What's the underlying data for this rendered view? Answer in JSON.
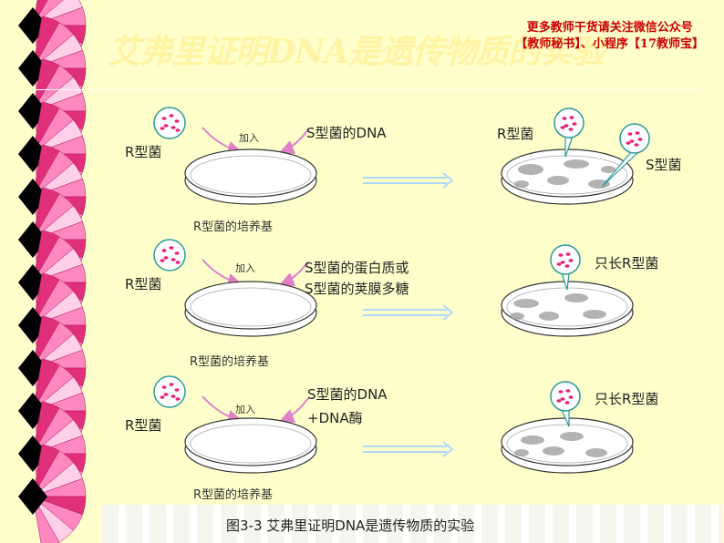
{
  "slide": {
    "title": "艾弗里证明DNA是遗传物质的实验",
    "notice_line1": "更多教师干货请关注微信公众号",
    "notice_line2": "【教师秘书】、小程序【17教师宝】"
  },
  "rows": [
    {
      "r_label": "R型菌",
      "add_label": "加入",
      "added_line1": "S型菌的DNA",
      "added_line2": "",
      "medium_label": "R型菌的培养基",
      "result_r_label": "R型菌",
      "result_s_label": "S型菌",
      "result_only_label": ""
    },
    {
      "r_label": "R型菌",
      "add_label": "加入",
      "added_line1": "S型菌的蛋白质或",
      "added_line2": "S型菌的荚膜多糖",
      "medium_label": "R型菌的培养基",
      "result_r_label": "",
      "result_s_label": "",
      "result_only_label": "只长R型菌"
    },
    {
      "r_label": "R型菌",
      "add_label": "加入",
      "added_line1": "S型菌的DNA",
      "added_line2": "+DNA酶",
      "medium_label": "R型菌的培养基",
      "result_r_label": "",
      "result_s_label": "",
      "result_only_label": "只长R型菌"
    }
  ],
  "figure_caption": "图3-3  艾弗里证明DNA是遗传物质的实验",
  "colors": {
    "background": "#ffffcc",
    "notice": "#cc0000",
    "fan_magenta": "#e0307a",
    "fan_pink": "#ff88c0",
    "fan_light": "#ffd0e8",
    "diamond": "#000000",
    "bacteria": "#e8207a",
    "arrow": "#b0d8f8",
    "colony": "#999999"
  }
}
